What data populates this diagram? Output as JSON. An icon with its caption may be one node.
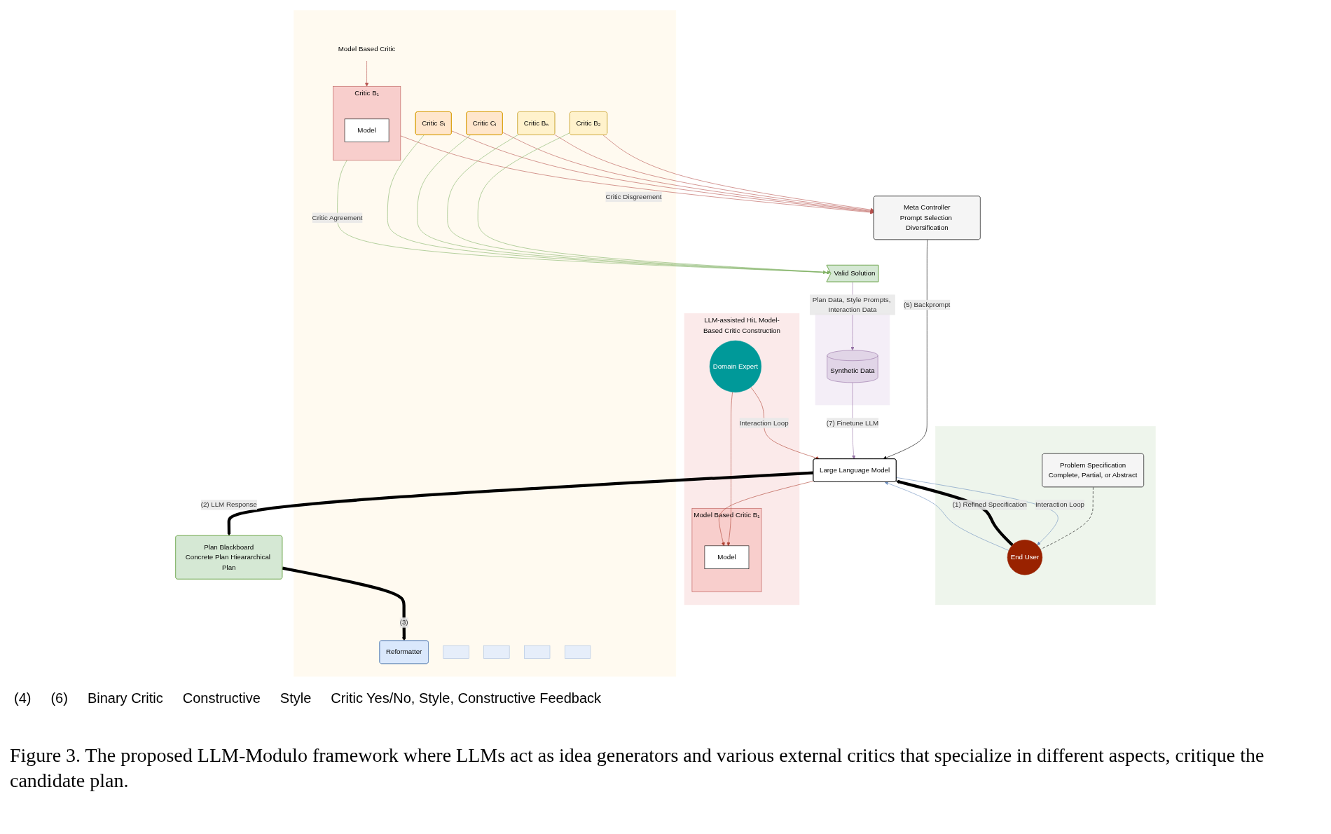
{
  "diagram": {
    "caption": "Figure 3. The proposed LLM-Modulo framework where LLMs act as idea generators and various external critics that specialize in different aspects, critique the candidate plan.",
    "nodes": [
      {
        "text": [],
        "shape": "box"
      },
      {
        "text": [
          "Problem Specification",
          "Complete, Partial, or Abstract"
        ],
        "in": 0
      },
      {
        "text": [
          "End User"
        ],
        "in": 0
      },
      {
        "text": [
          "Large Language Model"
        ]
      },
      {
        "text": [
          "LLM-assisted HiL Model-Based Critic Construction"
        ]
      },
      {
        "text": [
          "Domain Expert"
        ],
        "in": 4
      },
      {
        "text": [
          "Model Based Critic B₁"
        ],
        "in": 4
      },
      {
        "text": [
          "Model"
        ],
        "in": 6
      },
      {
        "text": [],
        "shape": "box"
      },
      {
        "text": [
          "Synthetic Data"
        ],
        "in": 8
      },
      {
        "text": [
          "Valid Solution"
        ]
      },
      {
        "text": [
          "Meta Controller",
          "Prompt Selection Diversification"
        ]
      },
      {
        "text": [
          "Plan Blackboard",
          "Concrete Plan Hieararchical Plan"
        ]
      },
      {
        "text": [],
        "shape": "box"
      },
      {
        "text": [
          "Critic B₁"
        ],
        "in": 13
      },
      {
        "text": [
          "Model"
        ],
        "in": 14
      },
      {
        "text": [
          "Critic B₂"
        ],
        "in": 13
      },
      {
        "text": [
          "Critic Bₙ"
        ],
        "in": 13
      },
      {
        "text": [
          "Critic Cᵢ"
        ],
        "in": 13
      },
      {
        "text": [
          "Critic Sᵢ"
        ],
        "in": 13
      },
      {
        "text": [
          "Reformatter"
        ],
        "in": 13
      },
      {
        "text": [],
        "shape": "box",
        "in": 13
      },
      {
        "text": [],
        "shape": "box",
        "in": 13
      },
      {
        "text": [],
        "shape": "box",
        "in": 13
      },
      {
        "text": [],
        "shape": "box",
        "in": 13
      },
      {
        "text": [
          "Model Based Critic"
        ],
        "in": 13
      }
    ],
    "edges": [
      {
        "from": 1,
        "to": 2,
        "arrow": "none",
        "style": "dashed",
        "color": "#000000"
      },
      {
        "from": 2,
        "to": 3,
        "arrow": "to",
        "label": "(1) Refined Specification",
        "style": "thick",
        "color": "#000000"
      },
      {
        "from": 3,
        "to": 2,
        "arrow": "to",
        "label": "Interaction Loop",
        "color": "#6c8ebf"
      },
      {
        "from": 2,
        "to": 3,
        "arrow": "to",
        "color": "#6c8ebf"
      },
      {
        "from": 5,
        "to": 7,
        "arrow": "to",
        "color": "#ae4132"
      },
      {
        "from": 5,
        "to": 3,
        "arrow": "to",
        "label": "Interaction Loop",
        "color": "#ae4132"
      },
      {
        "from": 3,
        "to": 7,
        "arrow": "to",
        "color": "#ae4132"
      },
      {
        "from": 3,
        "to": 12,
        "arrow": "to",
        "label": "(2) LLM Response",
        "style": "thick",
        "color": "#000000"
      },
      {
        "from": 12,
        "to": 20,
        "arrow": "to",
        "label": "(3)",
        "style": "thick",
        "color": "#000000"
      },
      {
        "from": 14,
        "to": 11,
        "arrow": "to",
        "label": "Critic Disgreement",
        "color": "#b85450"
      },
      {
        "from": 16,
        "to": 11,
        "arrow": "to",
        "color": "#b85450"
      },
      {
        "from": 17,
        "to": 11,
        "arrow": "to",
        "color": "#b85450"
      },
      {
        "from": 18,
        "to": 11,
        "arrow": "to",
        "color": "#b85450"
      },
      {
        "from": 19,
        "to": 11,
        "arrow": "to",
        "color": "#b85450"
      },
      {
        "from": 14,
        "to": 10,
        "arrow": "to",
        "label": "Critic Agreement",
        "color": "#82b366"
      },
      {
        "from": 16,
        "to": 10,
        "arrow": "to",
        "color": "#82b366"
      },
      {
        "from": 17,
        "to": 10,
        "arrow": "to",
        "color": "#82b366"
      },
      {
        "from": 18,
        "to": 10,
        "arrow": "to",
        "color": "#82b366"
      },
      {
        "from": 19,
        "to": 10,
        "arrow": "to",
        "color": "#82b366"
      },
      {
        "from": 11,
        "to": 3,
        "arrow": "to",
        "label": "(5) Backprompt",
        "color": "#000000"
      },
      {
        "from": 10,
        "to": 9,
        "arrow": "to",
        "label": "Plan Data, Style Prompts, Interaction Data",
        "color": "#9673a6"
      },
      {
        "from": 9,
        "to": 3,
        "arrow": "to",
        "label": "(7) Finetune LLM",
        "color": "#9673a6"
      },
      {
        "from": 25,
        "to": 14,
        "arrow": "to",
        "color": "#b85450"
      }
    ],
    "labels": [
      "(4)",
      "(6)",
      "Binary Critic",
      "Constructive",
      "Style",
      "Critic Yes/No, Style, Constructive Feedback"
    ]
  }
}
